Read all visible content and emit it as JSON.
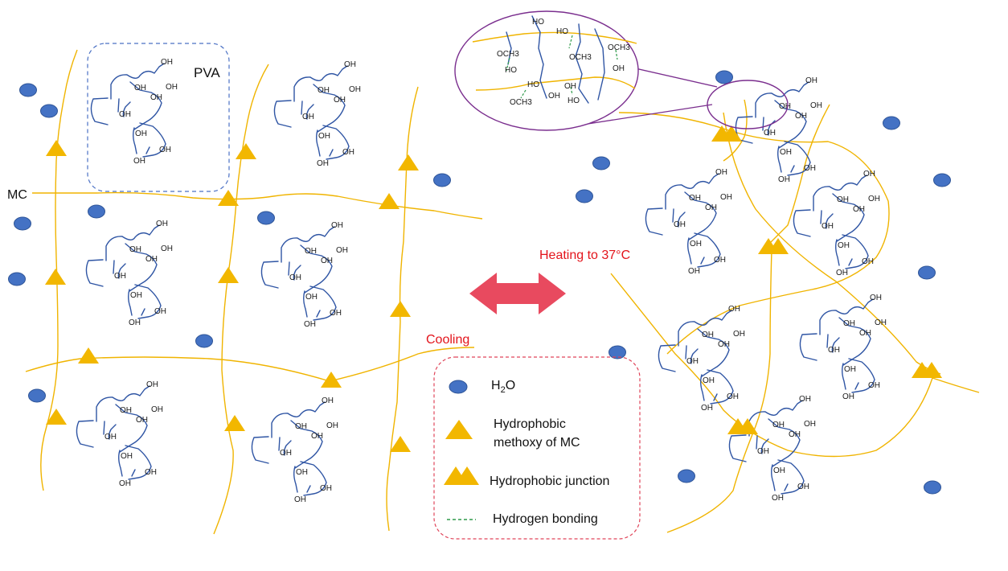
{
  "labels": {
    "pva": "PVA",
    "mc": "MC",
    "heating": "Heating to 37°C",
    "cooling": "Cooling",
    "oh": "OH",
    "ho": "HO",
    "och3": "OCH3"
  },
  "legend": {
    "h2o_base": "H",
    "h2o_sub": "2",
    "h2o_tail": "O",
    "methoxy_line1": "Hydrophobic",
    "methoxy_line2": "methoxy of MC",
    "junction": "Hydrophobic junction",
    "hbond": "Hydrogen bonding"
  },
  "colors": {
    "pva_chain": "#2f55a4",
    "mc_chain": "#f0b400",
    "water": "#4472c4",
    "arrow": "#e84a5f",
    "label_red": "#e3141b",
    "hbond": "#2e9a4a",
    "zoom": "#7a2e8e"
  }
}
